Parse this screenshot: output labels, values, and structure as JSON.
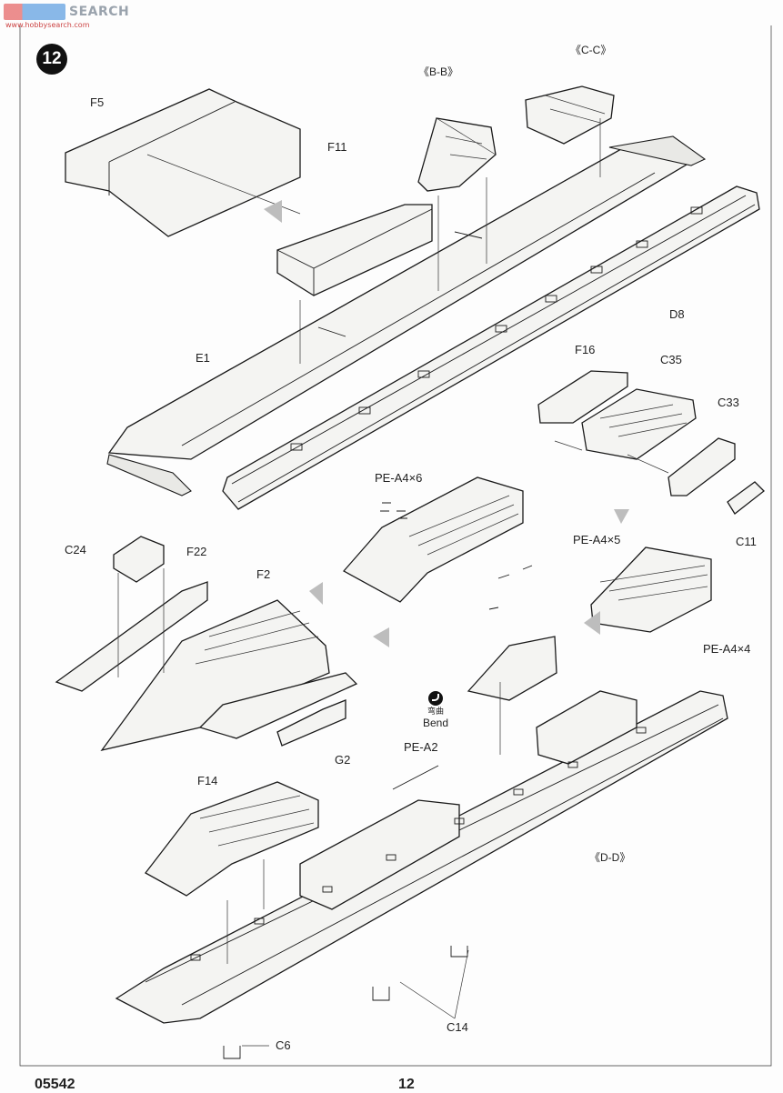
{
  "header": {
    "watermark_text": "SEARCH",
    "watermark_sub": "www.hobbysearch.com"
  },
  "step": {
    "number": "12"
  },
  "labels": {
    "f5": "F5",
    "f11": "F11",
    "bb": "《B-B》",
    "cc": "《C-C》",
    "e1": "E1",
    "d8": "D8",
    "f16": "F16",
    "c35": "C35",
    "c33": "C33",
    "c11": "C11",
    "pe_a4_6": "PE-A4×6",
    "pe_a4_5": "PE-A4×5",
    "pe_a4_4": "PE-A4×4",
    "c24": "C24",
    "f22": "F22",
    "f2": "F2",
    "f14": "F14",
    "g2": "G2",
    "pe_a2": "PE-A2",
    "dd": "《D-D》",
    "c14": "C14",
    "c6": "C6"
  },
  "bend": {
    "cn": "弯曲",
    "en": "Bend"
  },
  "footer": {
    "code": "05542",
    "page": "12"
  },
  "colors": {
    "line": "#1a1a1a",
    "fill": "#f4f4f2",
    "arrow": "#bdbdbd"
  }
}
